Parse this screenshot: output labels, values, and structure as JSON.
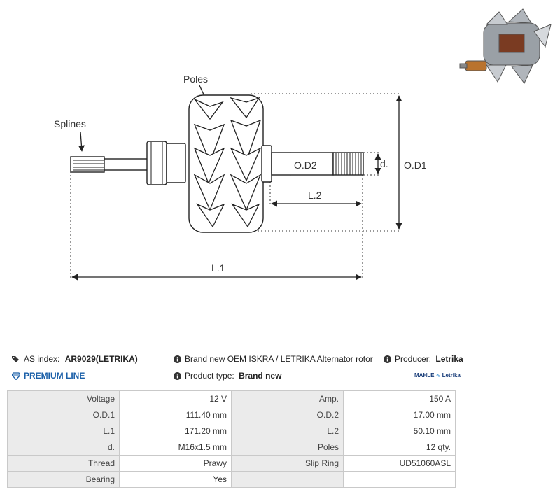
{
  "diagram": {
    "labels": {
      "poles": "Poles",
      "splines": "Splines",
      "od2": "O.D2",
      "d": "d.",
      "od1": "O.D1",
      "l2": "L.2",
      "l1": "L.1"
    }
  },
  "header": {
    "as_index_label": "AS index:",
    "as_index_value": "AR9029(LETRIKA)",
    "description": "Brand new OEM ISKRA / LETRIKA Alternator rotor",
    "producer_label": "Producer:",
    "producer_value": "Letrika",
    "premium_line": "PREMIUM LINE",
    "product_type_label": "Product type:",
    "product_type_value": "Brand new",
    "logo_text_1": "MAHLE",
    "logo_text_2": "Letrika"
  },
  "specs": [
    [
      "Voltage",
      "12 V",
      "Amp.",
      "150 A"
    ],
    [
      "O.D.1",
      "111.40 mm",
      "O.D.2",
      "17.00 mm"
    ],
    [
      "L.1",
      "171.20 mm",
      "L.2",
      "50.10 mm"
    ],
    [
      "d.",
      "M16x1.5 mm",
      "Poles",
      "12 qty."
    ],
    [
      "Thread",
      "Prawy",
      "Slip Ring",
      "UD51060ASL"
    ],
    [
      "Bearing",
      "Yes",
      "",
      ""
    ]
  ],
  "colors": {
    "accent": "#1a5fa8",
    "table_label_bg": "#ebebeb",
    "border": "#c9c9c9"
  }
}
